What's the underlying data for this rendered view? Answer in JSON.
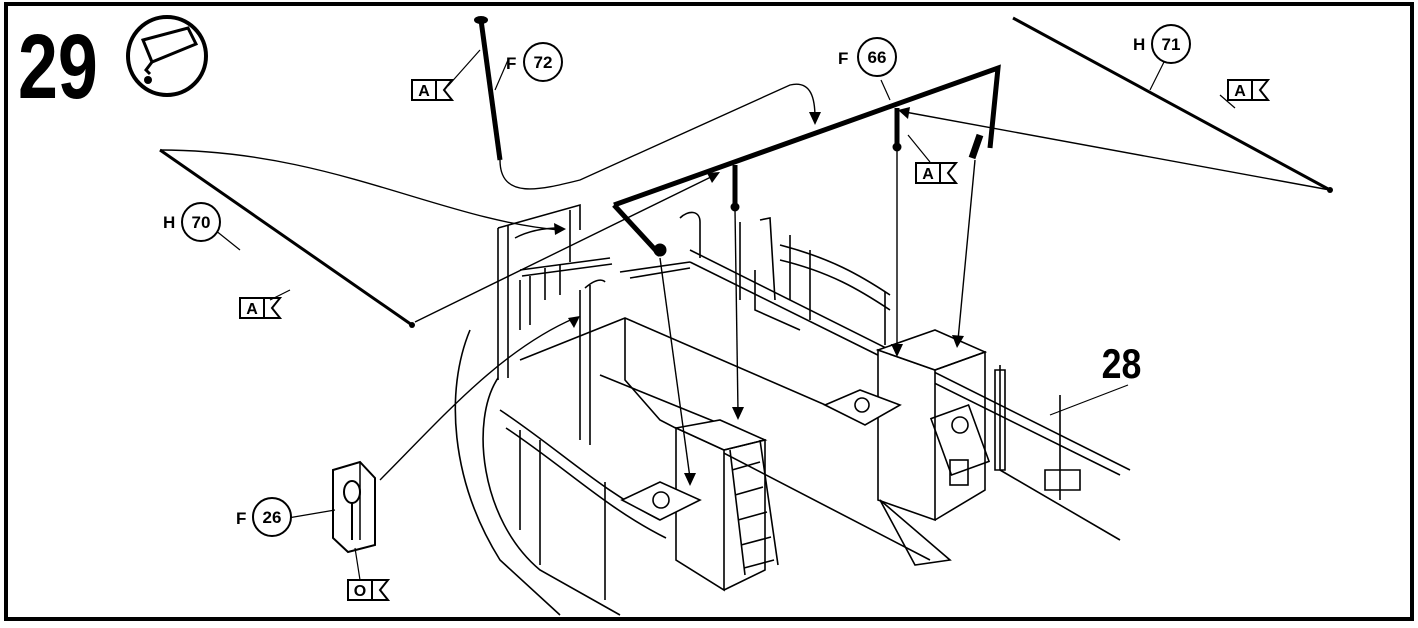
{
  "step": {
    "number": "29",
    "ref_step": "28",
    "glue_icon": "glue-tube-icon"
  },
  "parts": {
    "p72": {
      "sprue": "F",
      "num": "72"
    },
    "p66": {
      "sprue": "F",
      "num": "66"
    },
    "p71": {
      "sprue": "H",
      "num": "71"
    },
    "p70": {
      "sprue": "H",
      "num": "70"
    },
    "p26": {
      "sprue": "F",
      "num": "26"
    }
  },
  "color_flags": {
    "flag_72": "A",
    "flag_66": "A",
    "flag_71": "A",
    "flag_70": "A",
    "flag_26": "O"
  }
}
